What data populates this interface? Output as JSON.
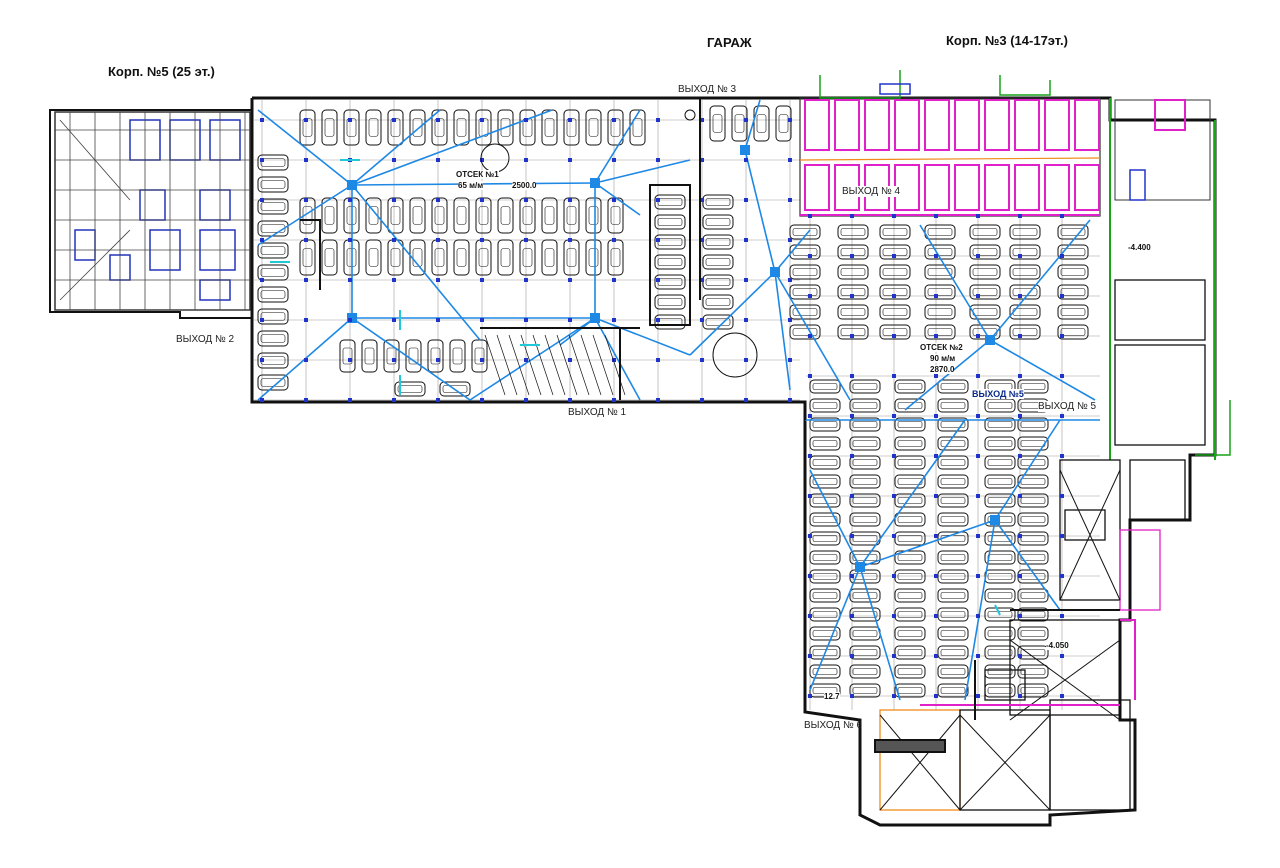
{
  "titles": {
    "garage": "ГАРАЖ",
    "building5": "Корп. №5 (25 эт.)",
    "building3": "Корп. №3 (14-17эт.)"
  },
  "exits": {
    "exit1": "ВЫХОД № 1",
    "exit2": "ВЫХОД № 2",
    "exit3": "ВЫХОД № 3",
    "exit4": "ВЫХОД № 4",
    "exit5": "ВЫХОД № 5",
    "exit5_bold": "ВЫХОД №5",
    "exit6": "ВЫХОД № 6"
  },
  "compartments": {
    "c1": {
      "name": "ОТСЕК №1",
      "rate": "65 м/м",
      "area": "2500.0"
    },
    "c2": {
      "name": "ОТСЕК №2",
      "rate": "90 м/м",
      "area": "2870.0"
    }
  },
  "levels": {
    "l1": "-4.400",
    "l2": "-4.050"
  },
  "marks": {
    "m1": "12.7"
  },
  "colors": {
    "wall": "#111111",
    "grid": "#9a9a9a",
    "evac": "#1e88e5",
    "column": "#2233cc",
    "magenta": "#e020c8",
    "green": "#19a319",
    "orange": "#f08a1a",
    "cyan": "#20c8d8"
  }
}
